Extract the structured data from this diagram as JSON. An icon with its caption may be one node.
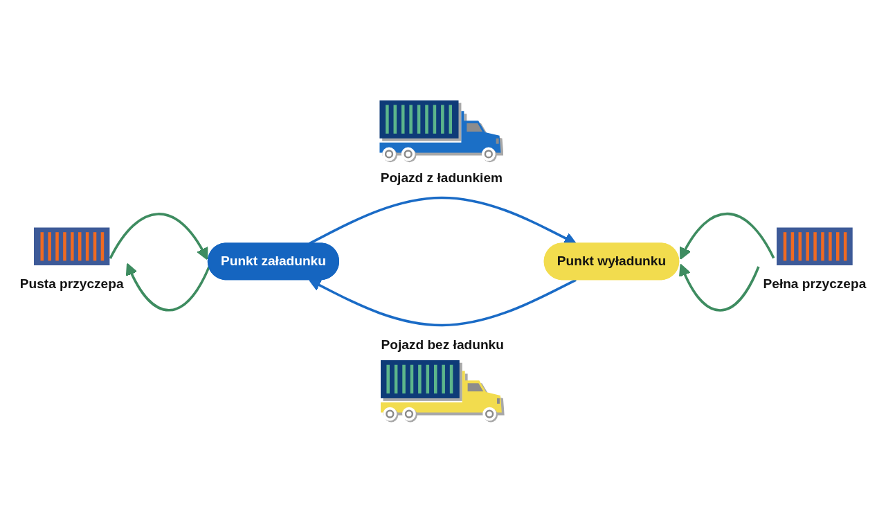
{
  "diagram": {
    "nodes": [
      {
        "text": [
          "Pusta przyczepa"
        ]
      },
      {
        "text": [
          "Punkt załadunku"
        ]
      },
      {
        "text": [
          "Punkt wyładunku"
        ]
      },
      {
        "text": [
          "Pełna przyczepa"
        ]
      }
    ],
    "edges": [
      {
        "from": 0,
        "to": 1,
        "arrow": "to"
      },
      {
        "from": 1,
        "to": 0,
        "arrow": "to"
      },
      {
        "from": 1,
        "to": 2,
        "arrow": "to",
        "label": "Pojazd z ładunkiem",
        "color": "#1a6bc6"
      },
      {
        "from": 2,
        "to": 1,
        "arrow": "to",
        "label": "Pojazd bez ładunku",
        "color": "#1a6bc6"
      },
      {
        "from": 3,
        "to": 2,
        "arrow": "to"
      },
      {
        "from": 3,
        "to": 2,
        "arrow": "to"
      }
    ]
  }
}
